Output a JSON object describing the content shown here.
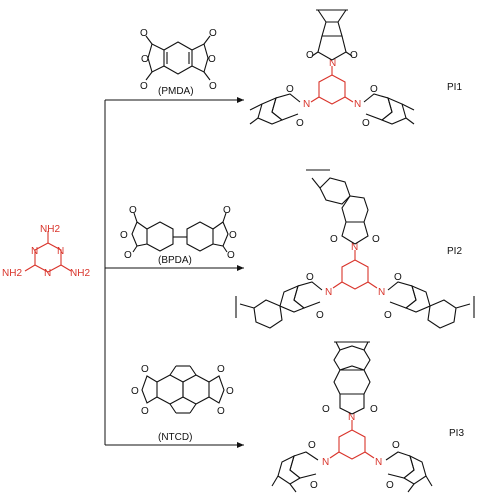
{
  "reactant": {
    "substituent": "NH2",
    "ring_atom": "N"
  },
  "reagents": [
    {
      "label": "(PMDA)"
    },
    {
      "label": "(BPDA)"
    },
    {
      "label": "(NTCD)"
    }
  ],
  "products": [
    {
      "label": "PI1"
    },
    {
      "label": "PI2"
    },
    {
      "label": "PI3"
    }
  ],
  "atoms": {
    "O": "O",
    "N": "N"
  },
  "colors": {
    "accent": "#d9342b",
    "ink": "#111111"
  }
}
